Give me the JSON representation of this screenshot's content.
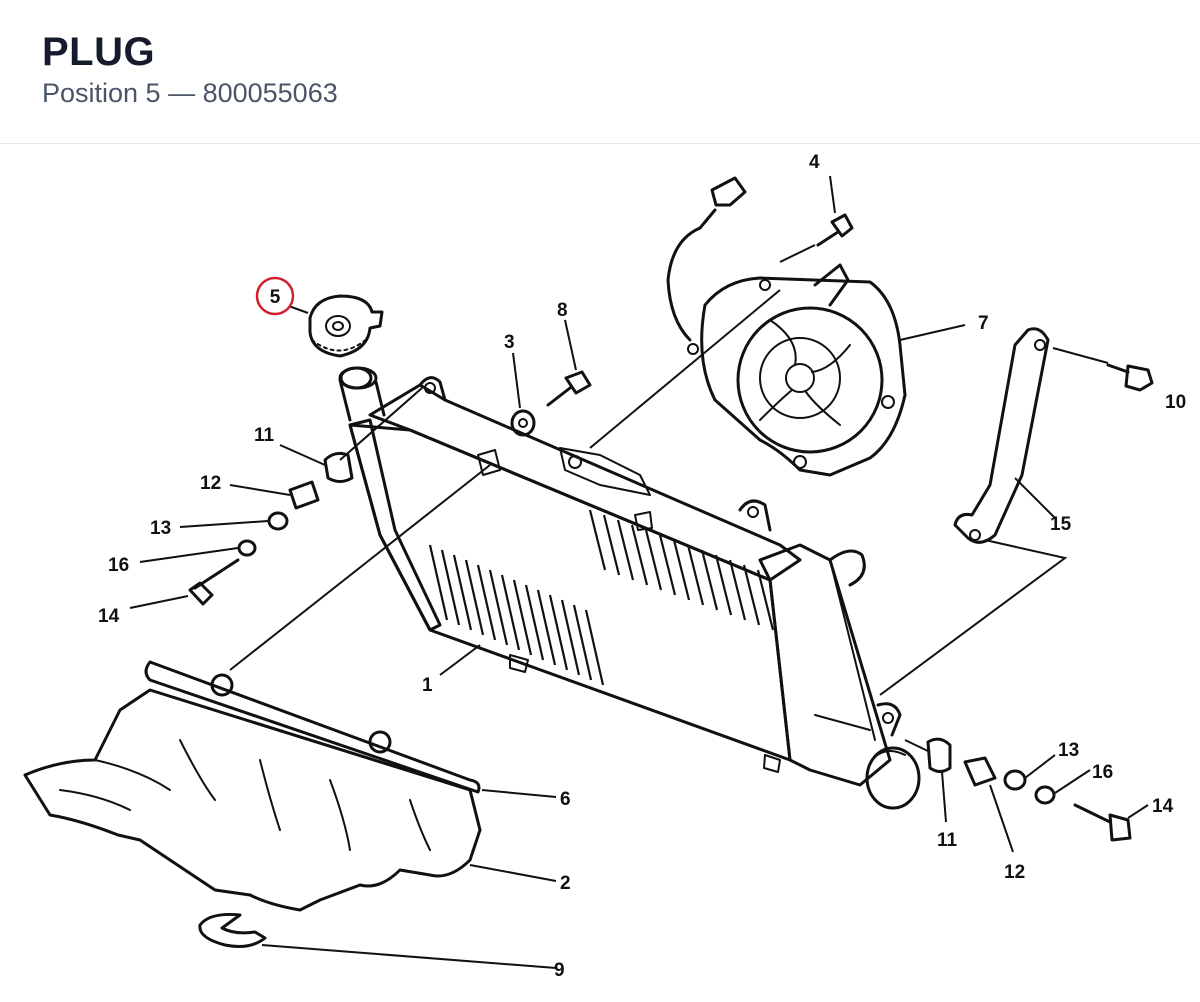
{
  "header": {
    "title": "PLUG",
    "subtitle": "Position 5 — 800055063"
  },
  "diagram": {
    "highlight_color": "#d0202e",
    "callouts": {
      "c1": "1",
      "c2": "2",
      "c3": "3",
      "c4": "4",
      "c5": "5",
      "c6": "6",
      "c7": "7",
      "c8": "8",
      "c9": "9",
      "c10": "10",
      "c11a": "11",
      "c11b": "11",
      "c12a": "12",
      "c12b": "12",
      "c13a": "13",
      "c13b": "13",
      "c14a": "14",
      "c14b": "14",
      "c15": "15",
      "c16a": "16",
      "c16b": "16"
    }
  }
}
